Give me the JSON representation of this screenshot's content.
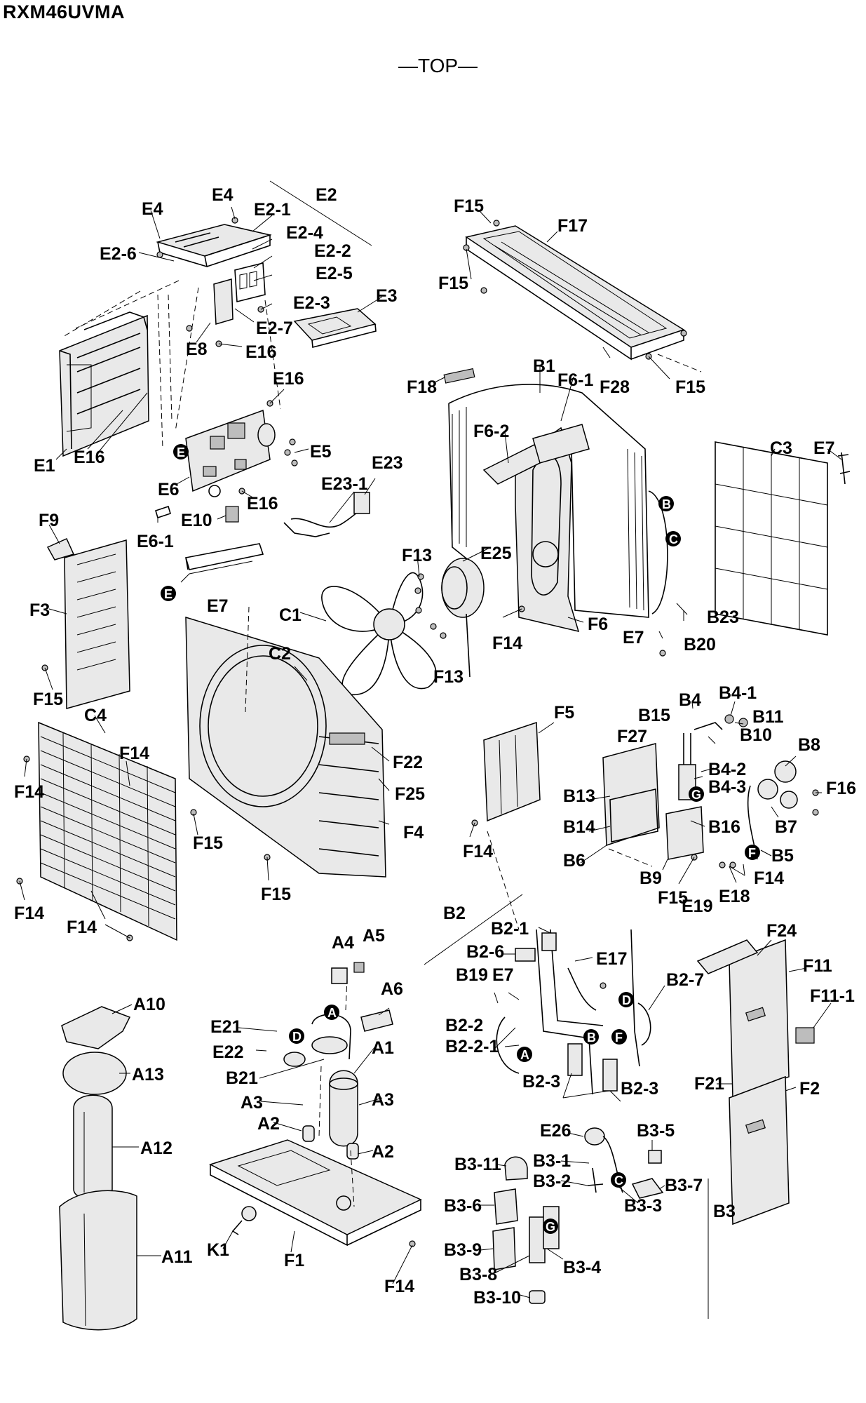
{
  "header": {
    "model": "RXM46UVMA",
    "view": "—TOP—"
  },
  "labels": {
    "E4_a": "E4",
    "E4_b": "E4",
    "E2": "E2",
    "E2_1": "E2-1",
    "E2_4": "E2-4",
    "E2_6": "E2-6",
    "E2_2": "E2-2",
    "E2_5": "E2-5",
    "E2_3": "E2-3",
    "E3": "E3",
    "E2_7": "E2-7",
    "E8": "E8",
    "E16_a": "E16",
    "E16_b": "E16",
    "E16_c": "E16",
    "E16_d": "E16",
    "E5": "E5",
    "E1": "E1",
    "E23": "E23",
    "E23_1": "E23-1",
    "E6": "E6",
    "E10": "E10",
    "E6_1": "E6-1",
    "E7_a": "E7",
    "E7_b": "E7",
    "E7_c": "E7",
    "E7_d": "E7",
    "F15_a": "F15",
    "F15_b": "F15",
    "F15_c": "F15",
    "F15_d": "F15",
    "F15_e": "F15",
    "F15_f": "F15",
    "F15_g": "F15",
    "F17": "F17",
    "F28": "F28",
    "F18": "F18",
    "B1": "B1",
    "F6_1": "F6-1",
    "F6_2": "F6-2",
    "C3": "C3",
    "F9": "F9",
    "F3": "F3",
    "F13_a": "F13",
    "F13_b": "F13",
    "E25": "E25",
    "C1": "C1",
    "C2": "C2",
    "F6": "F6",
    "F14_a": "F14",
    "B23": "B23",
    "B20": "B20",
    "C4": "C4",
    "F14_b": "F14",
    "F14_c": "F14",
    "F14_d": "F14",
    "F14_e": "F14",
    "F14_f": "F14",
    "F14_g": "F14",
    "F14_h": "F14",
    "F22": "F22",
    "F25": "F25",
    "F4": "F4",
    "F5": "F5",
    "B4": "B4",
    "B4_1": "B4-1",
    "B11": "B11",
    "B15": "B15",
    "B10": "B10",
    "F27": "F27",
    "B8": "B8",
    "B4_2": "B4-2",
    "B4_3": "B4-3",
    "F16": "F16",
    "B13": "B13",
    "B14": "B14",
    "B16": "B16",
    "B7": "B7",
    "B6": "B6",
    "B5": "B5",
    "B9": "B9",
    "E19": "E19",
    "E18": "E18",
    "B2": "B2",
    "A4": "A4",
    "A5": "A5",
    "B2_1": "B2-1",
    "F24": "F24",
    "B2_6": "B2-6",
    "E17": "E17",
    "F11": "F11",
    "A10": "A10",
    "A6": "A6",
    "B19": "B19",
    "B2_7": "B2-7",
    "F11_1": "F11-1",
    "E21": "E21",
    "A1": "A1",
    "B2_2": "B2-2",
    "B2_2_1": "B2-2-1",
    "E22": "E22",
    "A13": "A13",
    "B21": "B21",
    "B2_3_a": "B2-3",
    "B2_3_b": "B2-3",
    "F21": "F21",
    "F2": "F2",
    "A3_a": "A3",
    "A3_b": "A3",
    "A2_a": "A2",
    "A2_b": "A2",
    "A12": "A12",
    "E26": "E26",
    "B3_5": "B3-5",
    "B3_1": "B3-1",
    "B3_11": "B3-11",
    "B3_2": "B3-2",
    "B3_7": "B3-7",
    "B3_3": "B3-3",
    "B3": "B3",
    "B3_6": "B3-6",
    "K1": "K1",
    "B3_9": "B3-9",
    "A11": "A11",
    "F1": "F1",
    "B3_4": "B3-4",
    "B3_8": "B3-8",
    "B3_10": "B3-10"
  },
  "refs": {
    "E_a": "E",
    "E_b": "E",
    "B_a": "B",
    "B_b": "B",
    "C_a": "C",
    "C_b": "C",
    "G_a": "G",
    "G_b": "G",
    "F_a": "F",
    "F_b": "F",
    "A": "A",
    "D_a": "D",
    "D_b": "D"
  }
}
